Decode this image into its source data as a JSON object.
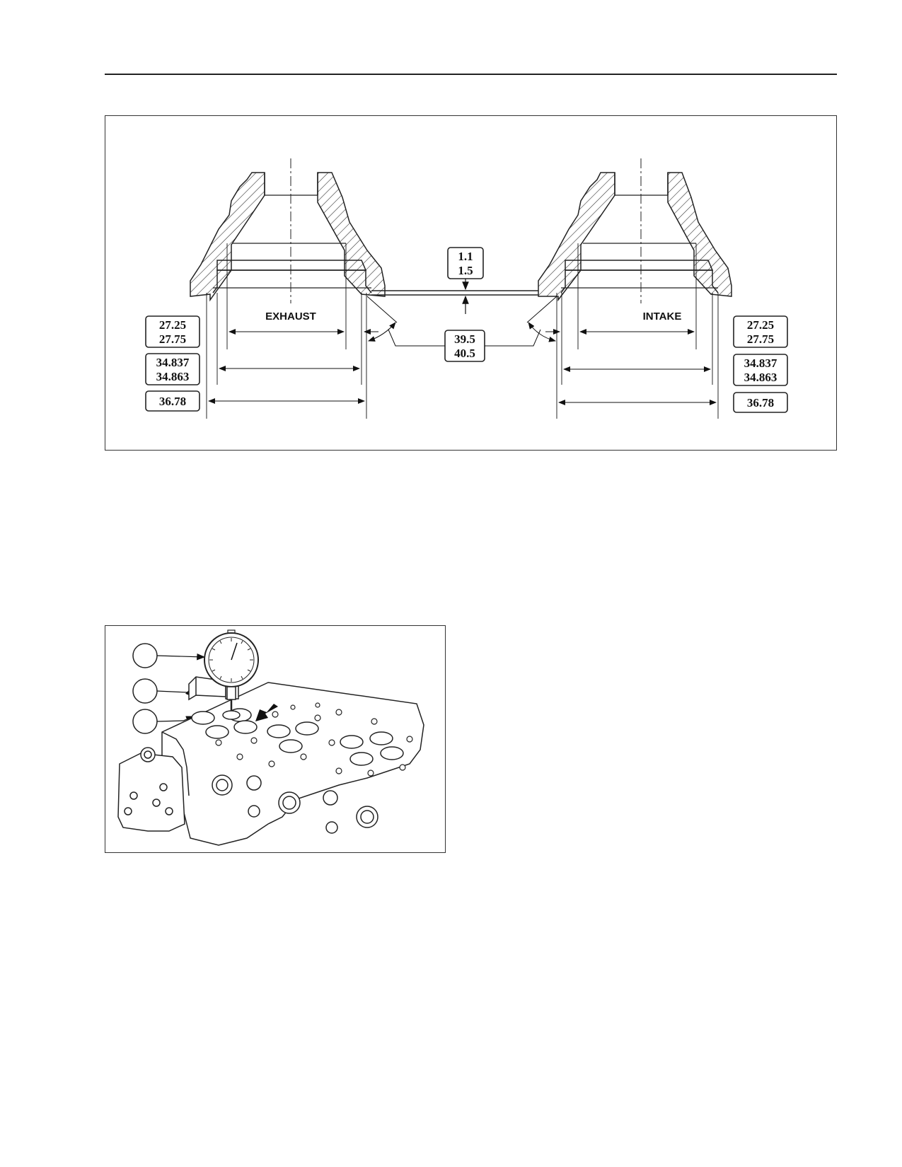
{
  "figure1": {
    "exhaust_label": "EXHAUST",
    "intake_label": "INTAKE",
    "recess": [
      "1.1",
      "1.5"
    ],
    "seat_angle": [
      "39.5",
      "40.5"
    ],
    "exhaust": {
      "throat": [
        "27.25",
        "27.75"
      ],
      "seat_bore": [
        "34.837",
        "34.863"
      ],
      "outer": "36.78"
    },
    "intake": {
      "throat": [
        "27.25",
        "27.75"
      ],
      "seat_bore": [
        "34.837",
        "34.863"
      ],
      "outer": "36.78"
    }
  },
  "figure2": {
    "callouts": [
      "",
      "",
      ""
    ]
  }
}
